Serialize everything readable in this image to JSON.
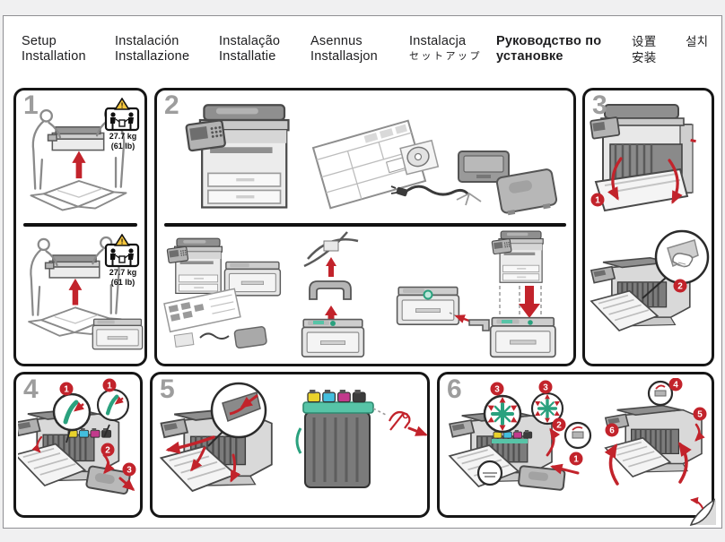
{
  "header": {
    "languages": [
      {
        "id": "en",
        "line1": "Setup",
        "line2": "Installation"
      },
      {
        "id": "es-it",
        "line1": "Instalación",
        "line2": "Installazione"
      },
      {
        "id": "pt-nl",
        "line1": "Instalação",
        "line2": "Installatie"
      },
      {
        "id": "fi-no",
        "line1": "Asennus",
        "line2": "Installasjon"
      },
      {
        "id": "pl-ja",
        "line1": "Instalacja",
        "line2": "セットアップ"
      },
      {
        "id": "ru",
        "line1": "Руководство по",
        "line2": "установке"
      },
      {
        "id": "zh",
        "line1": "设置",
        "line2": "安装"
      },
      {
        "id": "ko",
        "line1": "설치",
        "line2": ""
      }
    ]
  },
  "warning_label": {
    "exclamation": "!",
    "weight_kg": "27.7 kg",
    "weight_lb": "(61 lb)"
  },
  "panels": {
    "p1": {
      "number": "1"
    },
    "p2": {
      "number": "2"
    },
    "p3": {
      "number": "3"
    },
    "p4": {
      "number": "4"
    },
    "p5": {
      "number": "5"
    },
    "p6": {
      "number": "6"
    }
  },
  "badges": {
    "n1": "1",
    "n2": "2",
    "n3": "3",
    "n4": "4",
    "n5": "5",
    "n6": "6"
  },
  "icons": {
    "warning_triangle": "yellow triangle with exclamation",
    "two_person_lift": "two people lifting printer from box",
    "magnifier_circle": "zoom detail circle",
    "red_arrow": "direction arrow",
    "page_curl": "turn-page corner with red arrow"
  },
  "colors": {
    "accent_red": "#c2232b",
    "handle_green": "#2aa17e",
    "teal": "#57c4a7",
    "toner_yellow": "#e9d22b",
    "toner_cyan": "#43bede",
    "toner_magenta": "#c23a8c",
    "toner_black": "#3c3c3c",
    "warning_yellow": "#f5c63c",
    "panel_border": "#161616",
    "page_background": "#f0f0f1"
  }
}
